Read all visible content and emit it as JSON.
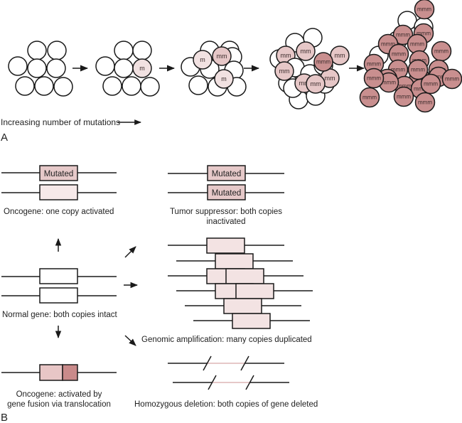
{
  "colors": {
    "normal": "#ffffff",
    "m": "#f1e1e1",
    "mm": "#e6c7c7",
    "mmm": "#c98f8f",
    "mmm_dark": "#c78a8a",
    "gene_light": "#f6e6e6",
    "gene_mutated": "#e3c2c2",
    "fusion_left": "#e8c6c6",
    "fusion_right": "#c98a8a",
    "deleted_line": "#d7a8a8",
    "stroke": "#1a1a1a"
  },
  "panel_a": {
    "panel_label": "A",
    "axis_label": "Increasing number of mutations",
    "stages": [
      {
        "name": "stage-1",
        "mutated_cells": []
      },
      {
        "name": "stage-2",
        "mutated_cells": [
          "m"
        ]
      },
      {
        "name": "stage-3",
        "mutated_cells": [
          "m",
          "mm",
          "m"
        ]
      },
      {
        "name": "stage-4",
        "mutated_cells": [
          "mm",
          "mm",
          "mm",
          "mmm",
          "mm",
          "mm",
          "mm",
          "mm",
          "mm"
        ]
      },
      {
        "name": "stage-5",
        "mutated_cells": [
          "mmm",
          "mmm",
          "mmm",
          "mmm",
          "mmm",
          "mmm",
          "mmm",
          "mmm",
          "mmm"
        ]
      }
    ]
  },
  "panel_b": {
    "panel_label": "B",
    "mutated_label": "Mutated",
    "oncogene_one_copy": "Oncogene: one copy activated",
    "tumor_suppressor_line1": "Tumor suppressor: both copies",
    "tumor_suppressor_line2": "inactivated",
    "normal_gene": "Normal gene: both copies intact",
    "amplification": "Genomic amplification: many copies duplicated",
    "fusion_line1": "Oncogene: activated by",
    "fusion_line2": "gene fusion via translocation",
    "deletion": "Homozygous deletion: both copies of gene deleted"
  }
}
